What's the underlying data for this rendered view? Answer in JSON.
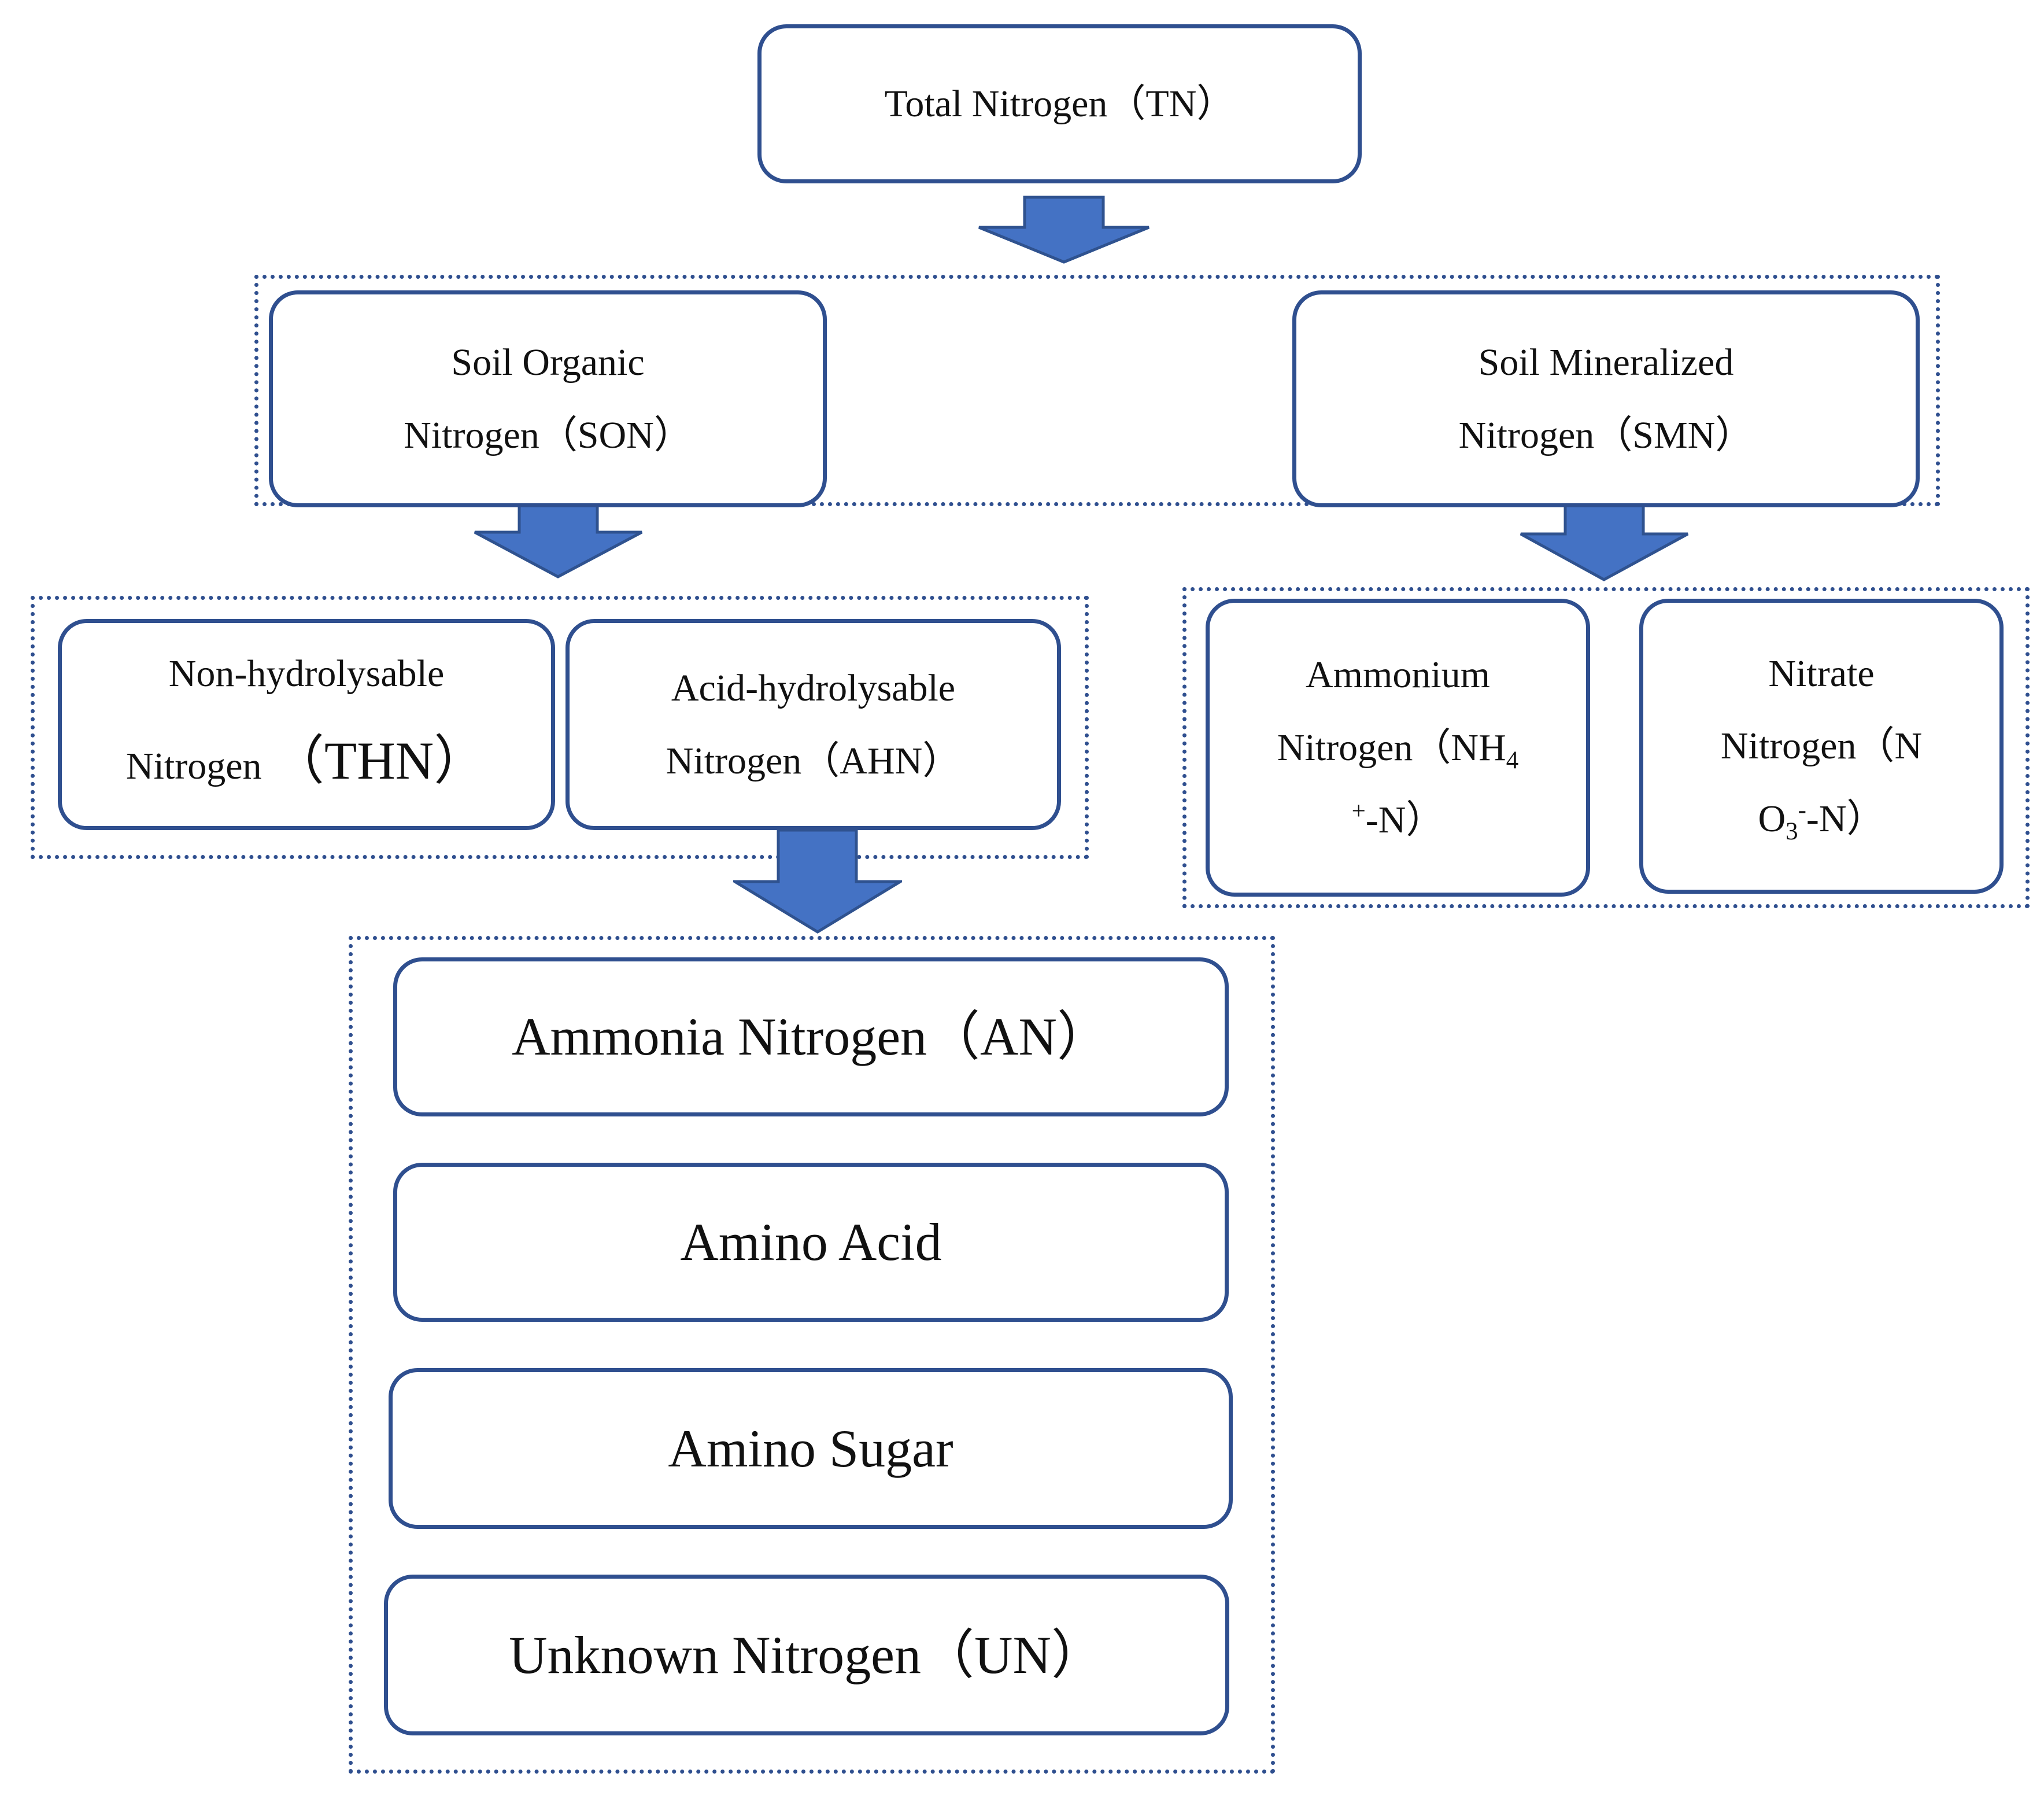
{
  "colors": {
    "box_border": "#2F4F8F",
    "arrow_fill": "#4472C4",
    "arrow_stroke": "#2F528F",
    "group_border": "#2F4F8F"
  },
  "nodes": {
    "tn": "Total Nitrogen（TN）",
    "son": {
      "line1": "Soil Organic",
      "line2": "Nitrogen（SON）"
    },
    "smn": {
      "line1": "Soil Mineralized",
      "line2": "Nitrogen（SMN）"
    },
    "thn": {
      "line1": "Non-hydrolysable",
      "line2_a": "Nitrogen ",
      "line2_b": "（THN）"
    },
    "ahn": {
      "line1": "Acid-hydrolysable",
      "line2": "Nitrogen（AHN）"
    },
    "ammonium": {
      "line1": "Ammonium",
      "line2": "Nitrogen（NH",
      "sub": "4",
      "sup": "+",
      "line3": "-N）"
    },
    "nitrate": {
      "line1": "Nitrate",
      "line2": "Nitrogen（N",
      "line3_a": "O",
      "sub": "3",
      "sup": "-",
      "line3_b": "-N）"
    },
    "an": "Ammonia Nitrogen（AN）",
    "amino_acid": "Amino Acid",
    "amino_sugar": "Amino Sugar",
    "un": "Unknown Nitrogen（UN）"
  },
  "arrows": [
    {
      "name": "arrow-tn-to-group"
    },
    {
      "name": "arrow-son-to-hydrolysis"
    },
    {
      "name": "arrow-smn-to-mineral"
    },
    {
      "name": "arrow-ahn-to-fractions"
    }
  ]
}
